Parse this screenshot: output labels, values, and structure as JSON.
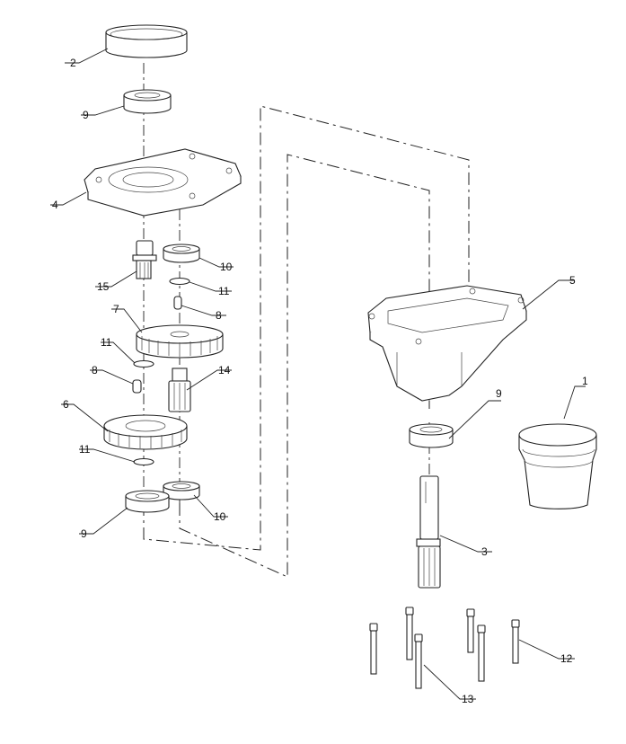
{
  "diagram": {
    "callouts": [
      {
        "id": "c2",
        "text": "2"
      },
      {
        "id": "c9a",
        "text": "9"
      },
      {
        "id": "c4",
        "text": "4"
      },
      {
        "id": "c10a",
        "text": "10"
      },
      {
        "id": "c15",
        "text": "15"
      },
      {
        "id": "c11a",
        "text": "11"
      },
      {
        "id": "c8a",
        "text": "8"
      },
      {
        "id": "c7",
        "text": "7"
      },
      {
        "id": "c11b",
        "text": "11"
      },
      {
        "id": "c8b",
        "text": "8"
      },
      {
        "id": "c14",
        "text": "14"
      },
      {
        "id": "c6",
        "text": "6"
      },
      {
        "id": "c11c",
        "text": "11"
      },
      {
        "id": "c10b",
        "text": "10"
      },
      {
        "id": "c9b",
        "text": "9"
      },
      {
        "id": "c5",
        "text": "5"
      },
      {
        "id": "c9c",
        "text": "9"
      },
      {
        "id": "c1",
        "text": "1"
      },
      {
        "id": "c3",
        "text": "3"
      },
      {
        "id": "c12",
        "text": "12"
      },
      {
        "id": "c13",
        "text": "13"
      }
    ]
  }
}
